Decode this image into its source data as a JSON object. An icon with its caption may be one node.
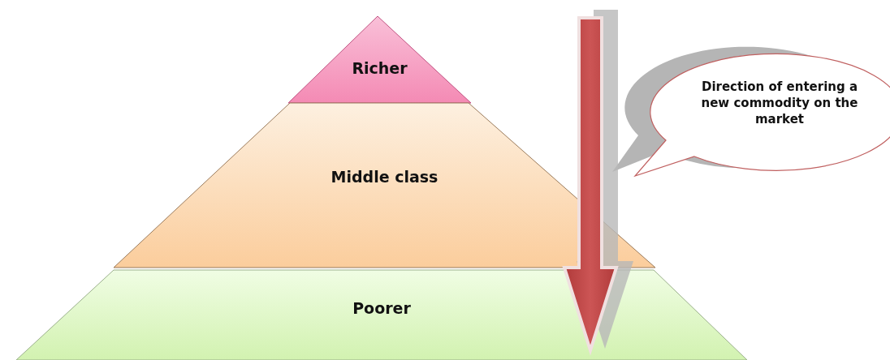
{
  "diagram": {
    "nodes": [
      {
        "text": [
          "Richer"
        ]
      },
      {
        "text": [
          "Middle class"
        ]
      },
      {
        "text": [
          "Poorer"
        ]
      },
      {
        "text": [
          "Direction of entering a new commodity on the market"
        ]
      }
    ],
    "edges": []
  }
}
